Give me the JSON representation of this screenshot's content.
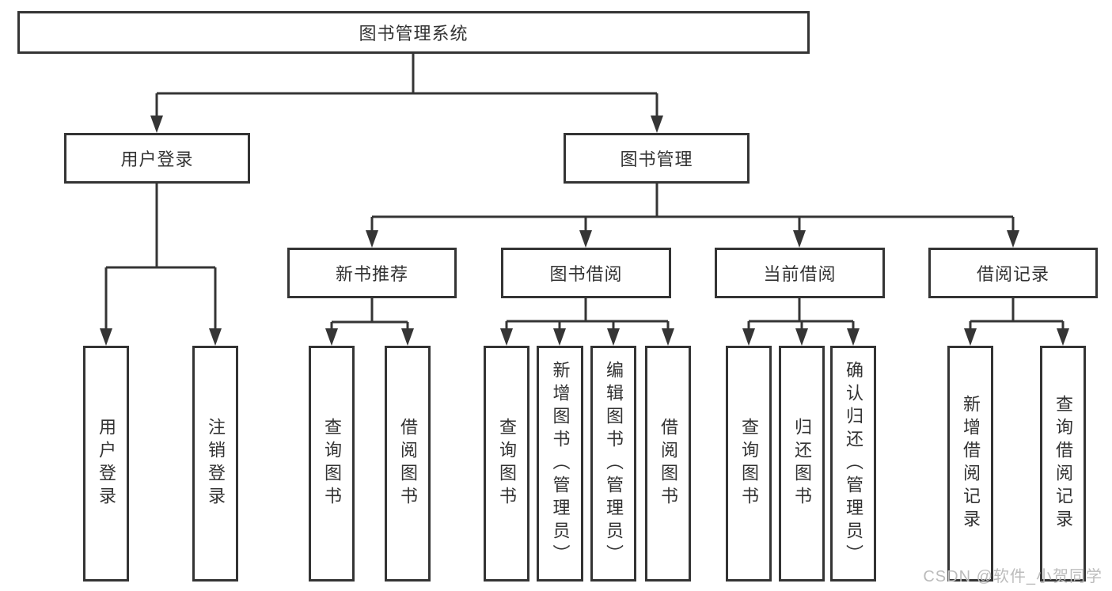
{
  "diagram": {
    "tree": {
      "label": "图书管理系统",
      "children": [
        {
          "label": "用户登录",
          "children": [
            {
              "label": "用户登录"
            },
            {
              "label": "注销登录"
            }
          ]
        },
        {
          "label": "图书管理",
          "children": [
            {
              "label": "新书推荐",
              "children": [
                {
                  "label": "查询图书"
                },
                {
                  "label": "借阅图书"
                }
              ]
            },
            {
              "label": "图书借阅",
              "children": [
                {
                  "label": "查询图书"
                },
                {
                  "label": "新增图书（管理员）"
                },
                {
                  "label": "编辑图书（管理员）"
                },
                {
                  "label": "借阅图书"
                }
              ]
            },
            {
              "label": "当前借阅",
              "children": [
                {
                  "label": "查询图书"
                },
                {
                  "label": "归还图书"
                },
                {
                  "label": "确认归还（管理员）"
                }
              ]
            },
            {
              "label": "借阅记录",
              "children": [
                {
                  "label": "新增借阅记录"
                },
                {
                  "label": "查询借阅记录"
                }
              ]
            }
          ]
        }
      ]
    },
    "watermark": "CSDN @软件_小贺同学",
    "colors": {
      "line": "#353535",
      "text": "#333333",
      "watermark": "#bcbcbc",
      "background": "#ffffff"
    }
  }
}
